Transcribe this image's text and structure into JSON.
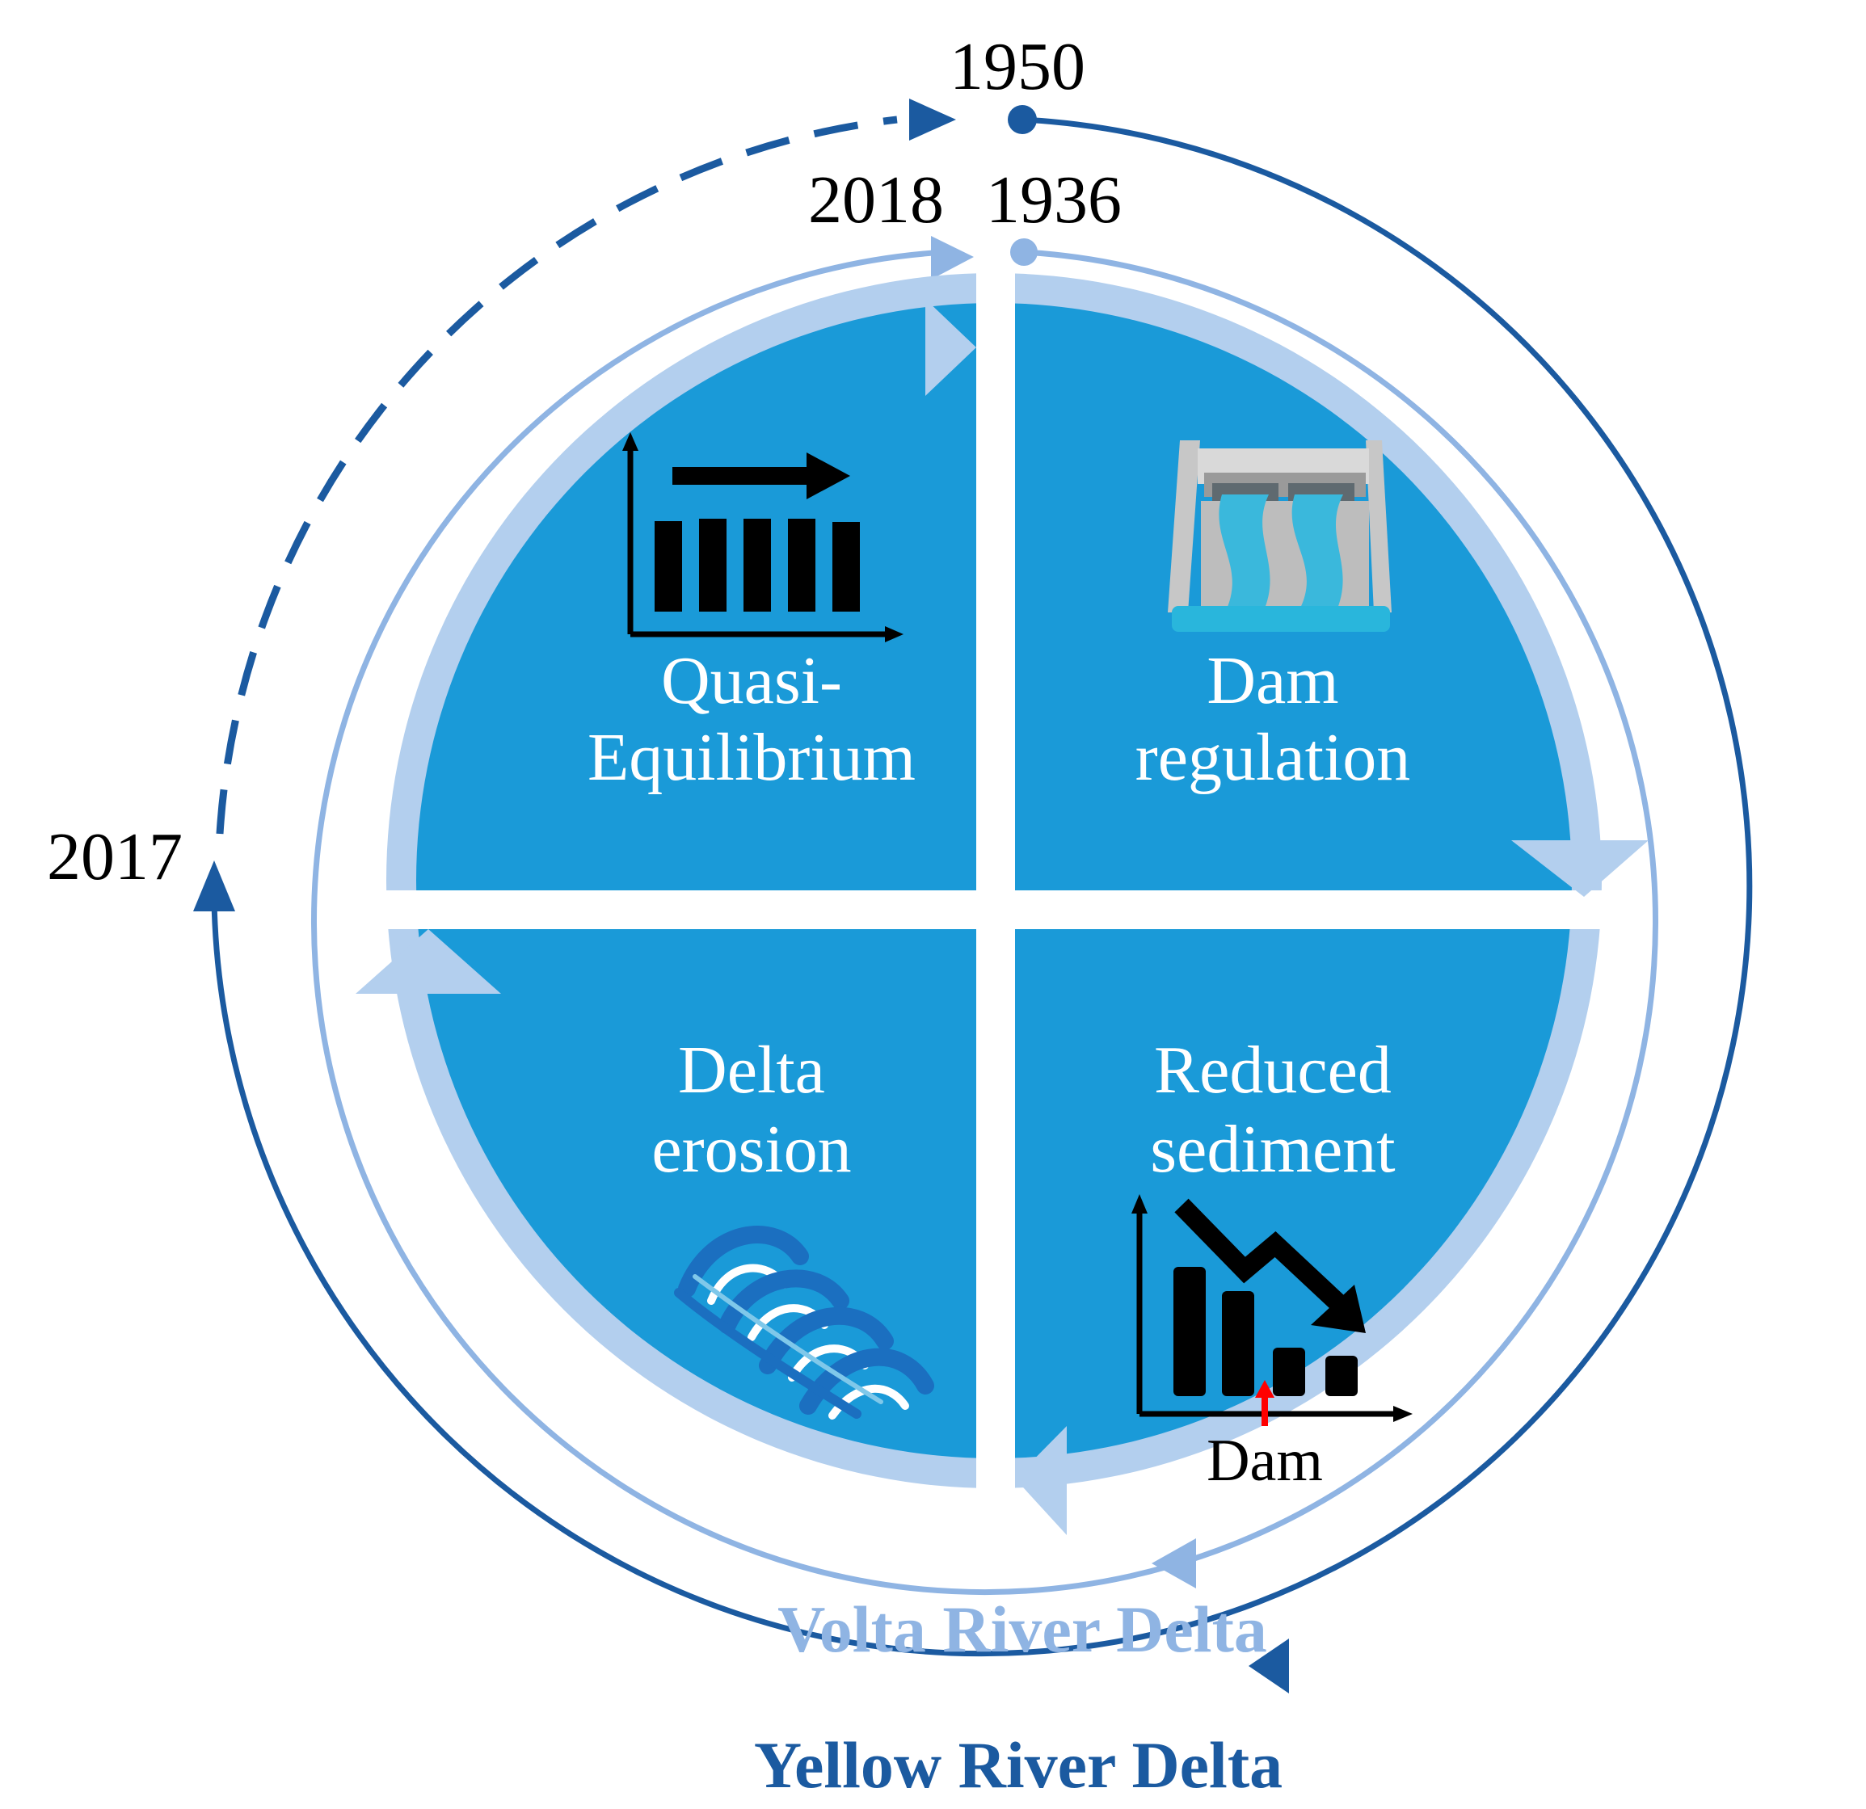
{
  "years": {
    "y1950": "1950",
    "y2018": "2018",
    "y1936": "1936",
    "y2017": "2017"
  },
  "quadrants": {
    "top_left": {
      "line1": "Quasi-",
      "line2": "Equilibrium",
      "icon": "trend-chart-icon"
    },
    "top_right": {
      "line1": "Dam",
      "line2": "regulation",
      "icon": "dam-spillway-icon"
    },
    "bottom_right": {
      "line1": "Reduced",
      "line2": "sediment",
      "icon": "declining-bar-chart-icon",
      "marker_label": "Dam"
    },
    "bottom_left": {
      "line1": "Delta",
      "line2": "erosion",
      "icon": "wave-icon"
    }
  },
  "cycles": {
    "inner": {
      "name": "Volta River Delta",
      "color": "#8fb4e3"
    },
    "outer": {
      "name": "Yellow River Delta",
      "color": "#1b5aa0"
    }
  },
  "colors": {
    "quadrant_fill": "#1a9ad8",
    "band": "#b3cfee",
    "marker": "#ff0000"
  }
}
